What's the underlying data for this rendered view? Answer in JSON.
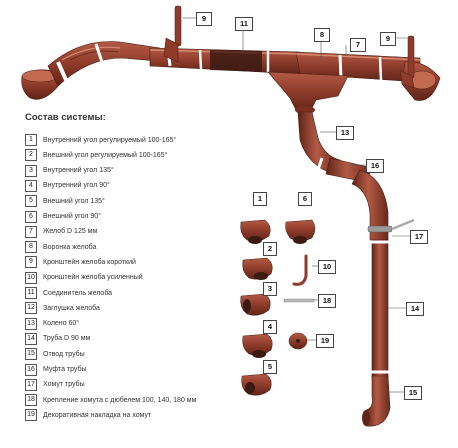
{
  "legend": {
    "title": "Состав системы:",
    "items": [
      {
        "num": "1",
        "label": "Внутренний угол регулируемый 100-165°"
      },
      {
        "num": "2",
        "label": "Внешний угол регулируемый 100-165°"
      },
      {
        "num": "3",
        "label": "Внутренний угол 135°"
      },
      {
        "num": "4",
        "label": "Внутренний угол 90°"
      },
      {
        "num": "5",
        "label": "Внешний угол 135°"
      },
      {
        "num": "6",
        "label": "Внешний угол 90°"
      },
      {
        "num": "7",
        "label": "Желоб D 125 мм"
      },
      {
        "num": "8",
        "label": "Воронка желоба"
      },
      {
        "num": "9",
        "label": "Кронштейн желоба короткий"
      },
      {
        "num": "10",
        "label": "Кронштейн желоба усиленный"
      },
      {
        "num": "11",
        "label": "Соединитель желоба"
      },
      {
        "num": "12",
        "label": "Заглушка желоба"
      },
      {
        "num": "13",
        "label": "Колено 60°"
      },
      {
        "num": "14",
        "label": "Труба D 90 мм"
      },
      {
        "num": "15",
        "label": "Отвод трубы"
      },
      {
        "num": "16",
        "label": "Муфта трубы"
      },
      {
        "num": "17",
        "label": "Хомут трубы"
      },
      {
        "num": "18",
        "label": "Крепление хомута с дюбелем 100, 140, 180 мм"
      },
      {
        "num": "19",
        "label": "Декоративная накладка на хомут"
      }
    ]
  },
  "callouts": [
    "9",
    "11",
    "8",
    "7",
    "9",
    "13",
    "16",
    "17",
    "14",
    "15",
    "1",
    "6",
    "2",
    "10",
    "3",
    "18",
    "4",
    "19",
    "5"
  ],
  "colors": {
    "gutter": "#8e3b2a",
    "gutter_light": "#b35a45",
    "gutter_dark": "#5e2418",
    "bracket": "#b8b8b8"
  }
}
